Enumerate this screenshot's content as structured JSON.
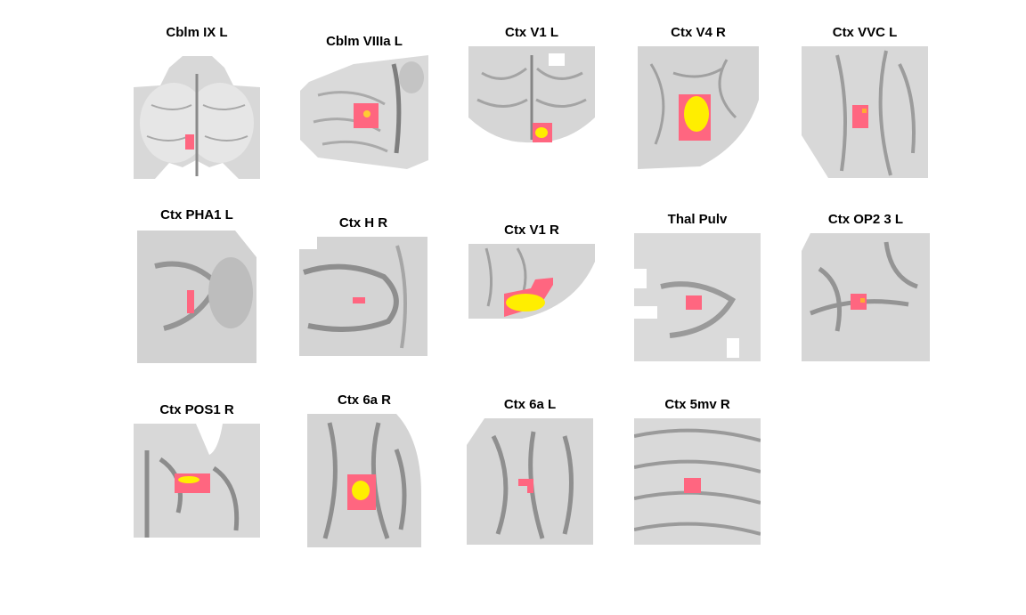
{
  "figure": {
    "panels": [
      {
        "title": "Cblm IX L"
      },
      {
        "title": "Cblm VIIIa L"
      },
      {
        "title": "Ctx V1 L"
      },
      {
        "title": "Ctx V4 R"
      },
      {
        "title": "Ctx VVC L"
      },
      {
        "title": "Ctx PHA1 L"
      },
      {
        "title": "Ctx H R"
      },
      {
        "title": "Ctx V1 R"
      },
      {
        "title": "Thal Pulv"
      },
      {
        "title": "Ctx OP2 3 L"
      },
      {
        "title": "Ctx POS1 R"
      },
      {
        "title": "Ctx 6a R"
      },
      {
        "title": "Ctx 6a L"
      },
      {
        "title": "Ctx 5mv R"
      }
    ]
  },
  "colors": {
    "background": "#ffffff",
    "overlay_low": "#ff6680",
    "overlay_high": "#ffee00",
    "tissue_light": "#ececec",
    "tissue_dark": "#7a7a7a"
  }
}
